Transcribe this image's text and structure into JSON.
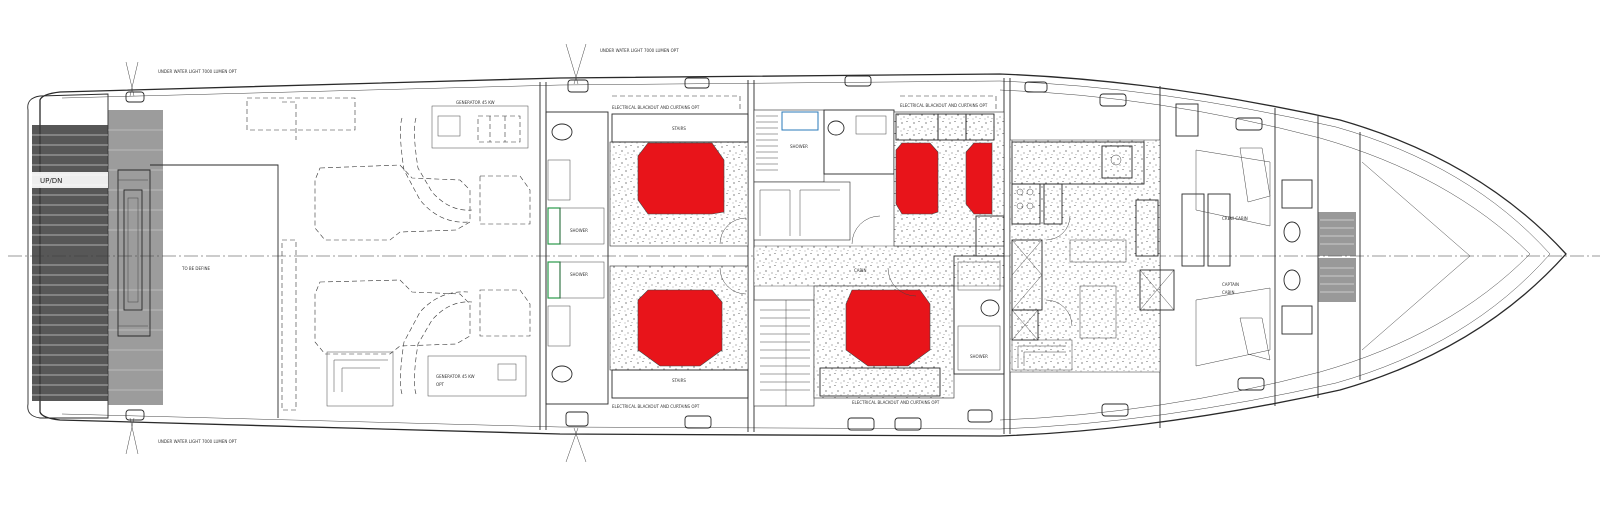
{
  "labels": {
    "underwater_light_top_left": "UNDER WATER LIGHT 7000 LUMEN OPT",
    "underwater_light_top_mid": "UNDER WATER LIGHT 7000 LUMEN OPT",
    "underwater_light_bottom_left": "UNDER WATER LIGHT 7000 LUMEN OPT",
    "up_dn": "UP/DN",
    "to_be_define": "TO BE DEFINE",
    "generator_top": "GENERATOR 45 KW",
    "generator_bottom_line1": "GENERATOR 45 KW",
    "generator_bottom_line2": "OPT",
    "shower_port": "SHOWER",
    "shower_stbd": "SHOWER",
    "shower_center": "SHOWER",
    "shower_fwd": "SHOWER",
    "stairs_top": "STAIRS",
    "stairs_bottom": "STAIRS",
    "crew_cabin": "CREW CABIN",
    "captain_cabin_line1": "CAPTAIN",
    "captain_cabin_line2": "CABIN",
    "cabin": "CABIN",
    "curtain_top_left": "ELECTRICAL BLACKOUT AND CURTAINS OPT",
    "curtain_top_right": "ELECTRICAL BLACKOUT AND CURTAINS OPT",
    "curtain_bottom_left": "ELECTRICAL BLACKOUT AND CURTAINS OPT",
    "curtain_bottom_right": "ELECTRICAL BLACKOUT AND CURTAINS OPT"
  },
  "colors": {
    "berth": "#e8141a",
    "line": "#2a2a2a",
    "background": "#ffffff"
  }
}
